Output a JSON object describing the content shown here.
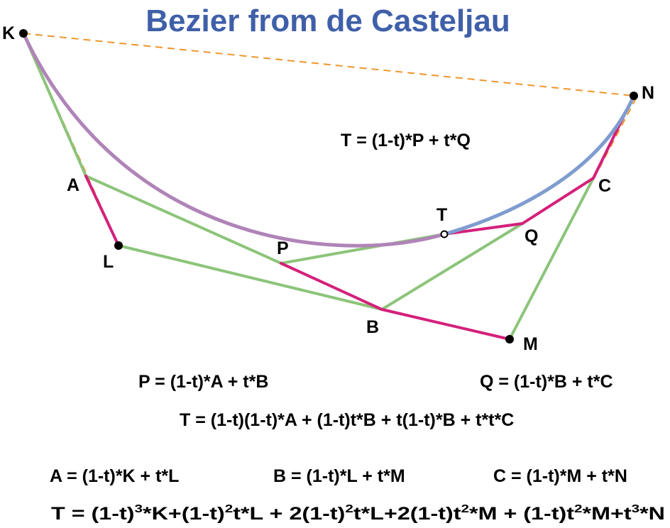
{
  "title": "Bezier from de Casteljau",
  "points": {
    "K": "K",
    "L": "L",
    "M": "M",
    "N": "N",
    "A": "A",
    "B": "B",
    "C": "C",
    "P": "P",
    "Q": "Q",
    "T": "T"
  },
  "equations": {
    "t_pq": "T = (1-t)*P + t*Q",
    "p": "P = (1-t)*A + t*B",
    "q": "Q = (1-t)*B + t*C",
    "t_abc": "T = (1-t)(1-t)*A + (1-t)t*B + t(1-t)*B + t*t*C",
    "a": "A = (1-t)*K + t*L",
    "b": "B = (1-t)*L + t*M",
    "c": "C = (1-t)*M + t*N",
    "t_full_1": "T = (1-t)",
    "t_full_sup1": "3",
    "t_full_2": "*K+(1-t)",
    "t_full_sup2": "2",
    "t_full_3": "t*L + 2(1-t)",
    "t_full_sup3": "2",
    "t_full_4": "t*L+2(1-t)t",
    "t_full_sup4": "2",
    "t_full_5": "*M + (1-t)t",
    "t_full_sup5": "2",
    "t_full_6": "*M+t",
    "t_full_sup6": "3",
    "t_full_7": "*N"
  },
  "colors": {
    "title": "#3f5fa8",
    "hull": "#f0962a",
    "green": "#8cc47a",
    "magenta": "#d4207a",
    "curve_left": "#b084b8",
    "curve_right": "#7f9ccf"
  }
}
